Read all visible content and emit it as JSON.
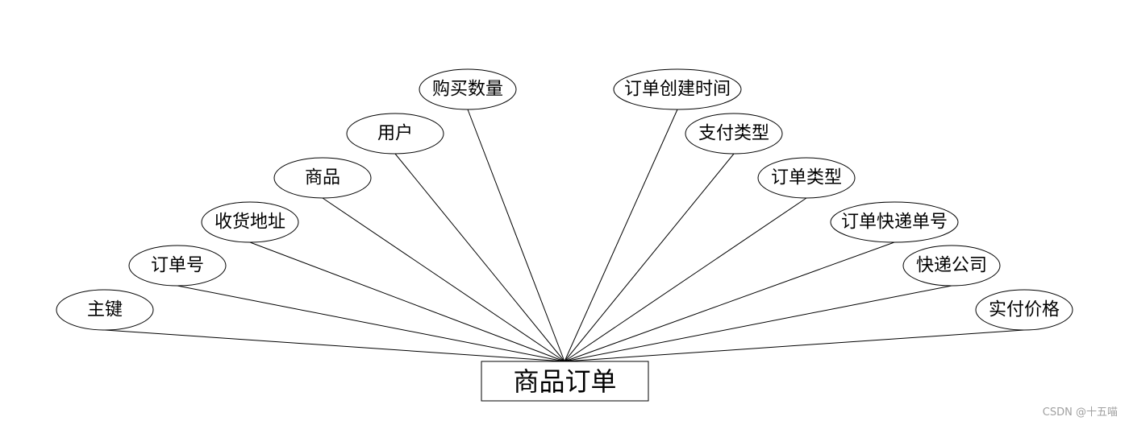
{
  "entity": {
    "label": "商品订单"
  },
  "attributes": [
    {
      "id": "primary-key",
      "label": "主键"
    },
    {
      "id": "order-number",
      "label": "订单号"
    },
    {
      "id": "shipping-address",
      "label": "收货地址"
    },
    {
      "id": "product",
      "label": "商品"
    },
    {
      "id": "user",
      "label": "用户"
    },
    {
      "id": "purchase-quantity",
      "label": "购买数量"
    },
    {
      "id": "order-created-time",
      "label": "订单创建时间"
    },
    {
      "id": "payment-type",
      "label": "支付类型"
    },
    {
      "id": "order-type",
      "label": "订单类型"
    },
    {
      "id": "order-tracking-number",
      "label": "订单快递单号"
    },
    {
      "id": "courier-company",
      "label": "快递公司"
    },
    {
      "id": "actual-price",
      "label": "实付价格"
    }
  ],
  "watermark": "CSDN @十五喵",
  "colors": {
    "stroke": "#000000",
    "fill": "#ffffff",
    "watermark": "#a0a0a0"
  }
}
